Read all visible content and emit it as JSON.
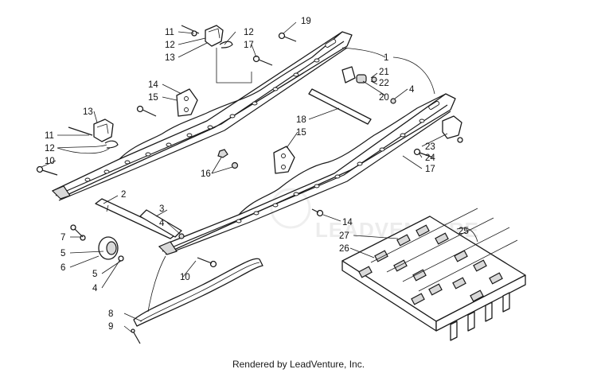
{
  "watermark": "LEADVENTURE",
  "footer": "Rendered by LeadVenture, Inc.",
  "callouts": {
    "c1": "1",
    "c2": "2",
    "c3": "3",
    "c4a": "4",
    "c4b": "4",
    "c4c": "4",
    "c5a": "5",
    "c5b": "5",
    "c6": "6",
    "c7": "7",
    "c8": "8",
    "c9": "9",
    "c10a": "10",
    "c10b": "10",
    "c11a": "11",
    "c11b": "11",
    "c12a": "12",
    "c12b": "12",
    "c12c": "12",
    "c13a": "13",
    "c13b": "13",
    "c14a": "14",
    "c14b": "14",
    "c15a": "15",
    "c15b": "15",
    "c16": "16",
    "c17a": "17",
    "c17b": "17",
    "c18": "18",
    "c19": "19",
    "c20": "20",
    "c21": "21",
    "c22": "22",
    "c23": "23",
    "c24": "24",
    "c25": "25",
    "c26": "26",
    "c27": "27"
  }
}
